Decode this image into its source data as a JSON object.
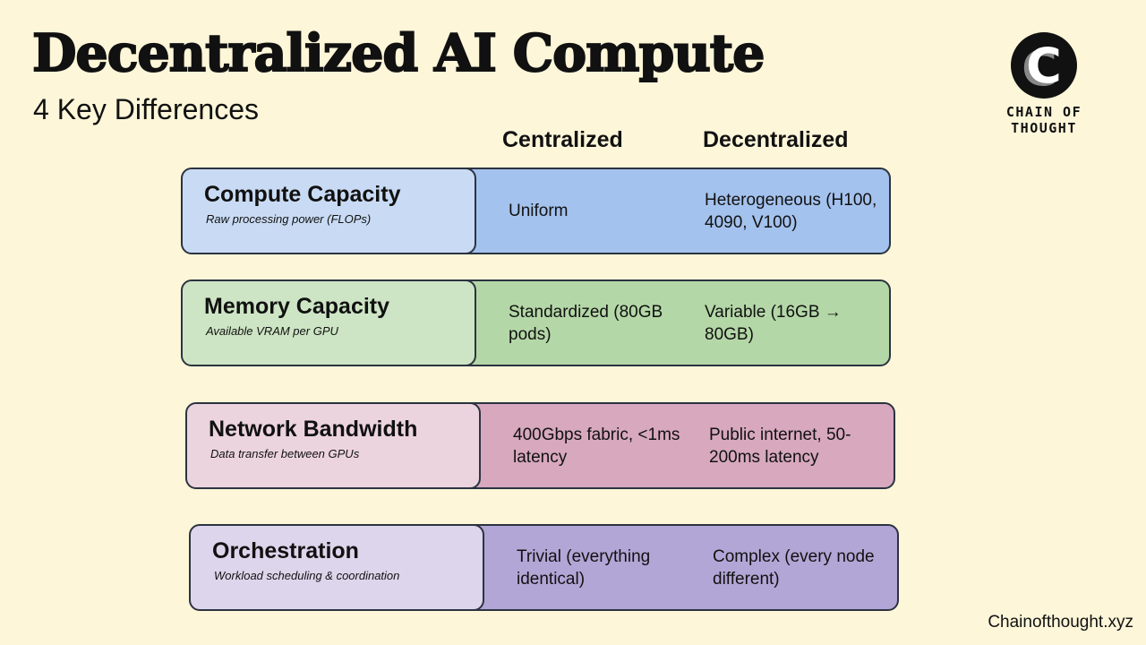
{
  "title": "Decentralized AI Compute",
  "subtitle": "4 Key Differences",
  "logo": {
    "letter": "C",
    "text": "CHAIN OF THOUGHT"
  },
  "columns": [
    "Centralized",
    "Decentralized"
  ],
  "rows": [
    {
      "name": "Compute Capacity",
      "desc": "Raw processing power (FLOPs)",
      "centralized": "Uniform",
      "decentralized": "Heterogeneous (H100, 4090, V100)",
      "light": "#c9dbf4",
      "dark": "#a4c2ee"
    },
    {
      "name": "Memory Capacity",
      "desc": "Available VRAM per GPU",
      "centralized": "Standardized (80GB pods)",
      "decentralized": "Variable (16GB → 80GB)",
      "light": "#cde5c4",
      "dark": "#b4d7a7"
    },
    {
      "name": "Network Bandwidth",
      "desc": "Data transfer between GPUs",
      "centralized": "400Gbps fabric, <1ms latency",
      "decentralized": "Public internet, 50-200ms latency",
      "light": "#ecd4de",
      "dark": "#d7a8be"
    },
    {
      "name": "Orchestration",
      "desc": "Workload scheduling & coordination",
      "centralized": "Trivial (everything identical)",
      "decentralized": "Complex (every node different)",
      "light": "#ddd5eb",
      "dark": "#b2a6d6"
    }
  ],
  "footer": "Chainofthought.xyz"
}
